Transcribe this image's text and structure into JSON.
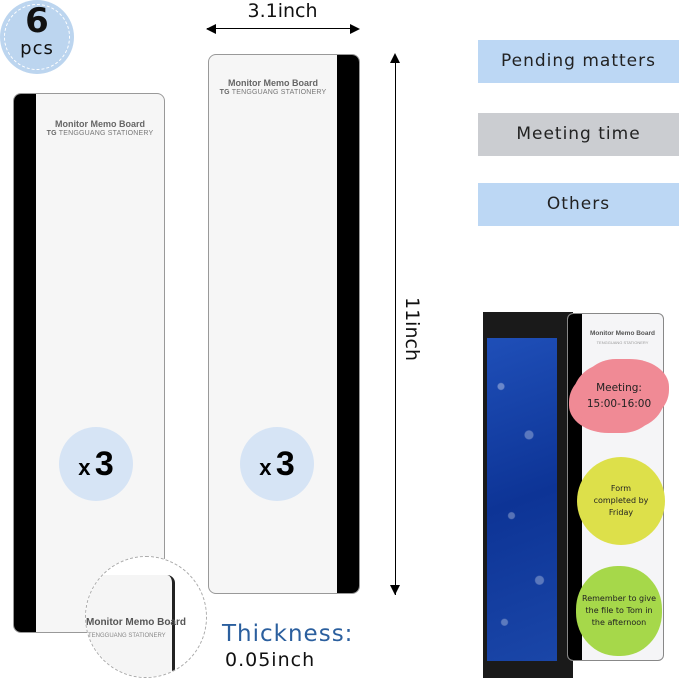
{
  "badge": {
    "count": "6",
    "unit": "pcs",
    "color": "#bcd5ef"
  },
  "boards": [
    {
      "title": "Monitor Memo Board",
      "brand": "TENGGUANG STATIONERY",
      "quantity_prefix": "x",
      "quantity": "3",
      "stripe_side": "left"
    },
    {
      "title": "Monitor Memo Board",
      "brand": "TENGGUANG STATIONERY",
      "quantity_prefix": "x",
      "quantity": "3",
      "stripe_side": "right"
    }
  ],
  "dimensions": {
    "width": "3.1inch",
    "height": "11inch"
  },
  "thickness": {
    "label": "Thickness:",
    "value": "0.05inch",
    "label_color": "#2b5f9e"
  },
  "zoom_detail": {
    "title": "Monitor Memo Board",
    "brand": "TENGGUANG STATIONERY"
  },
  "tags": [
    {
      "label": "Pending matters",
      "color": "#bcd7f4"
    },
    {
      "label": "Meeting time",
      "color": "#cbcdd1"
    },
    {
      "label": "Others",
      "color": "#bcd7f4"
    }
  ],
  "monitor_example": {
    "board_title": "Monitor Memo Board",
    "board_brand": "TENGGUANG STATIONERY",
    "notes": [
      {
        "text": "Meeting: 15:00-16:00",
        "color": "#f08a95"
      },
      {
        "text": "Form completed by Friday",
        "color": "#dde04a"
      },
      {
        "text": "Remember to give the file to Tom in the afternoon",
        "color": "#a6d84a"
      }
    ]
  }
}
